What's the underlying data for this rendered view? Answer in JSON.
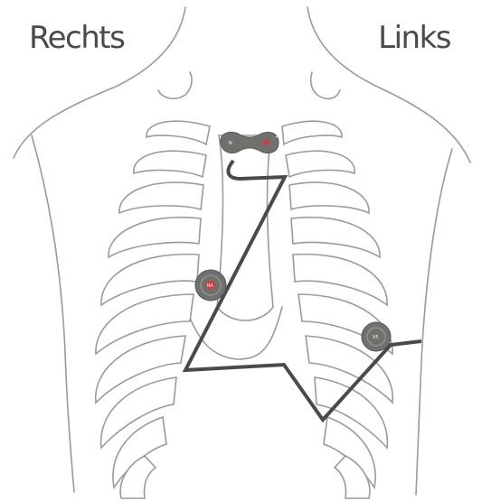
{
  "labels": {
    "right_side": "Rechts",
    "left_side": "Links"
  },
  "electrodes": [
    {
      "id": "sensor-device",
      "text_left": "N",
      "text_right": "+"
    },
    {
      "id": "electrode-right",
      "text": "RA"
    },
    {
      "id": "electrode-left",
      "text": "V5"
    }
  ],
  "colors": {
    "skin_outline": "#9a9a9a",
    "wire": "#4a4a4a",
    "electrode_body": "#6f716c",
    "electrode_dot": "#d63a3a",
    "label_text": "#4a4a4a"
  }
}
